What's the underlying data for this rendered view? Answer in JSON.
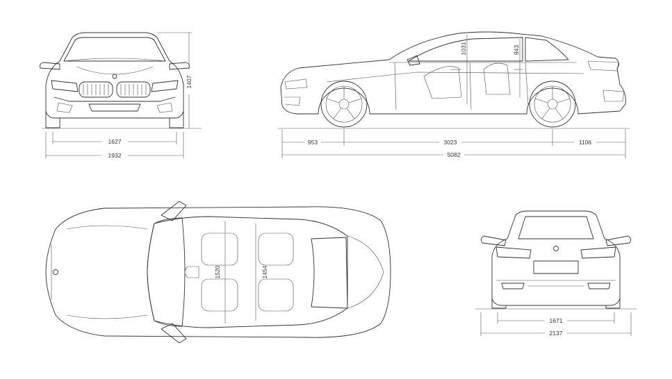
{
  "dimensions": {
    "front_track": "1627",
    "front_width": "1932",
    "height": "1407",
    "front_overhang": "953",
    "wheelbase": "3023",
    "rear_overhang": "1106",
    "length": "5082",
    "front_headroom": "1031",
    "rear_headroom": "943",
    "front_shoulder": "1520",
    "rear_shoulder": "1454",
    "rear_track": "1671",
    "width_mirrors": "2137"
  }
}
